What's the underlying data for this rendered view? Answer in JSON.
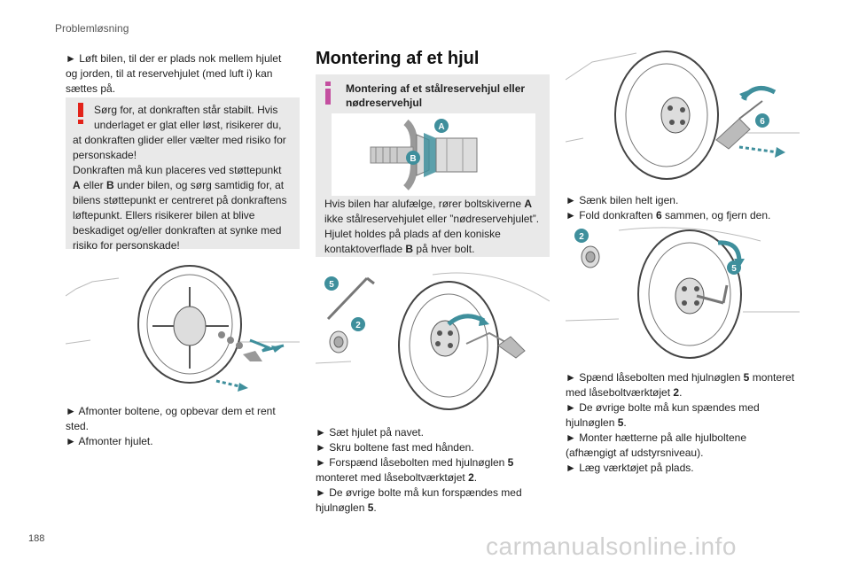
{
  "header": {
    "section": "Problemløsning"
  },
  "page_number": "188",
  "watermark": "carmanualsonline.info",
  "left": {
    "step1_line1": "► Løft bilen, til der er plads nok mellem hjulet",
    "step1_line2": "og jorden, til at reservehjulet (med luft i) kan",
    "step1_line3": "sættes på.",
    "warning": {
      "l1": "Sørg for, at donkraften står stabilt. Hvis",
      "l2": "underlaget er glat eller løst, risikerer du,",
      "l3": "at donkraften glider eller vælter med risiko for",
      "l4": "personskade!",
      "l5": "Donkraften må kun placeres ved støttepunkt",
      "l6_a": "A",
      "l6_b": " eller ",
      "l6_c": "B",
      "l6_d": " under bilen, og sørg samtidig for, at",
      "l7": "bilens støttepunkt er centreret på donkraftens",
      "l8": "løftepunkt. Ellers risikerer bilen at blive",
      "l9": "beskadiget og/eller donkraften at synke med",
      "l10": "risiko for personskade!"
    },
    "step2_line1": "► Afmonter boltene, og opbevar dem et rent",
    "step2_line2": "sted.",
    "step3": "► Afmonter hjulet."
  },
  "middle": {
    "title": "Montering af et hjul",
    "info_title_l1": "Montering af et stålreservehjul eller",
    "info_title_l2": "nødreservehjul",
    "info_text": {
      "l1_a": "Hvis bilen har alufælge, rører boltskiverne ",
      "l1_b": "A",
      "l2": "ikke stålreservehjulet eller ”nødreservehjulet”.",
      "l3": "Hjulet holdes på plads af den koniske",
      "l4_a": "kontaktoverflade ",
      "l4_b": "B",
      "l4_c": " på hver bolt."
    },
    "steps": {
      "s1": "► Sæt hjulet på navet.",
      "s2": "► Skru boltene fast med hånden.",
      "s3_a": "► Forspænd låsebolten med hjulnøglen ",
      "s3_b": "5",
      "s4_a": "monteret med låseboltværktøjet ",
      "s4_b": "2",
      "s4_c": ".",
      "s5": "► De øvrige bolte må kun forspændes med",
      "s6_a": "hjulnøglen ",
      "s6_b": "5",
      "s6_c": "."
    },
    "callouts": {
      "a": "A",
      "b": "B",
      "five": "5",
      "two": "2"
    }
  },
  "right": {
    "steps_top": {
      "s1": "► Sænk bilen helt igen.",
      "s2_a": "► Fold donkraften ",
      "s2_b": "6",
      "s2_c": " sammen, og fjern den."
    },
    "steps_bottom": {
      "s1_a": "► Spænd låsebolten med hjulnøglen ",
      "s1_b": "5",
      "s1_c": " monteret",
      "s2_a": "med låseboltværktøjet ",
      "s2_b": "2",
      "s2_c": ".",
      "s3": "► De øvrige bolte må kun spændes med",
      "s4_a": "hjulnøglen ",
      "s4_b": "5",
      "s4_c": ".",
      "s5": "► Monter hætterne på alle hjulboltene",
      "s6": "(afhængigt af udstyrsniveau).",
      "s7": "► Læg værktøjet på plads."
    },
    "callouts": {
      "six": "6",
      "two": "2",
      "five": "5"
    }
  },
  "colors": {
    "accent": "#3f8f9c",
    "warning": "#e2231a",
    "info": "#c44fa0",
    "box": "#e9e9e9"
  }
}
